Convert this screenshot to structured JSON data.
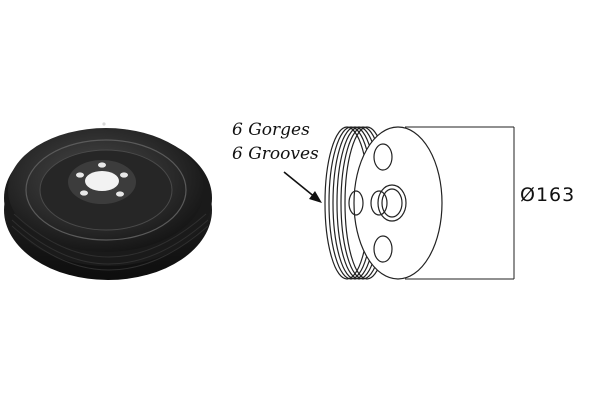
{
  "labels": {
    "grooves_fr": "6 Gorges",
    "grooves_en": "6 Grooves",
    "diameter": "Ø163"
  },
  "colors": {
    "pulley_dark": "#1c1c1c",
    "pulley_mid": "#3a3a3a",
    "line": "#222222"
  },
  "icons": {
    "photo": "pulley-photo-icon",
    "drawing": "pulley-line-drawing-icon"
  }
}
